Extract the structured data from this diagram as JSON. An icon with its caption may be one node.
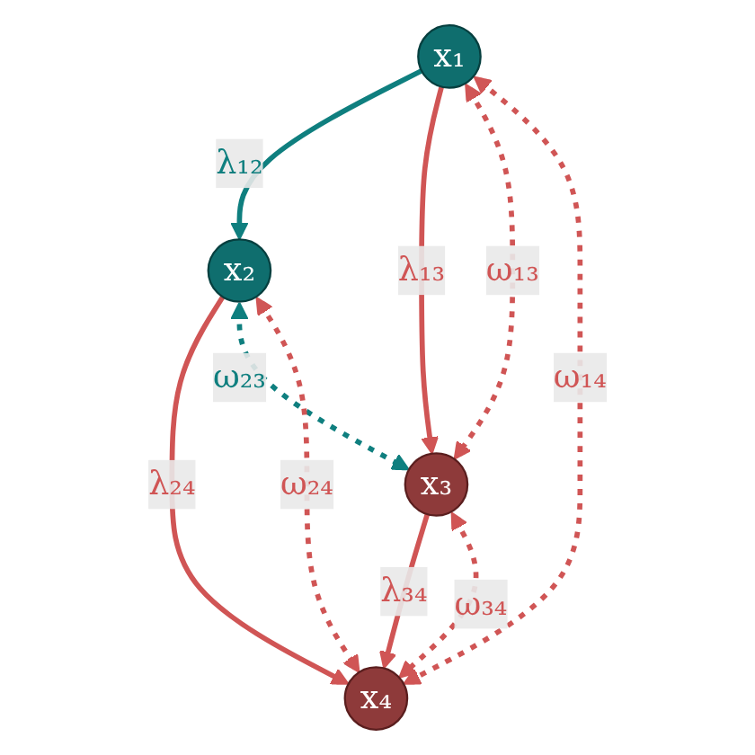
{
  "diagram": {
    "nodes": [
      {
        "text": [
          "x₁"
        ]
      },
      {
        "text": [
          "x₂"
        ]
      },
      {
        "text": [
          "x₃"
        ]
      },
      {
        "text": [
          "x₄"
        ]
      }
    ],
    "edges": [
      {
        "from": 0,
        "to": 1,
        "arrow": "to",
        "label": "λ₁₂",
        "color": "#0f7f7f"
      },
      {
        "from": 0,
        "to": 2,
        "arrow": "to",
        "label": "λ₁₃"
      },
      {
        "from": 1,
        "to": 3,
        "arrow": "to",
        "label": "λ₂₄"
      },
      {
        "from": 2,
        "to": 3,
        "arrow": "to",
        "label": "λ₃₄"
      },
      {
        "from": 0,
        "to": 2,
        "arrow": "both",
        "label": "ω₁₃",
        "style": "dashed"
      },
      {
        "from": 1,
        "to": 2,
        "arrow": "both",
        "label": "ω₂₃",
        "style": "dashed",
        "color": "#0f7f7f"
      },
      {
        "from": 0,
        "to": 3,
        "arrow": "both",
        "label": "ω₁₄",
        "style": "dashed"
      },
      {
        "from": 1,
        "to": 3,
        "arrow": "both",
        "label": "ω₂₄",
        "style": "dashed"
      },
      {
        "from": 2,
        "to": 3,
        "arrow": "both",
        "label": "ω₃₄",
        "style": "dashed"
      }
    ]
  }
}
